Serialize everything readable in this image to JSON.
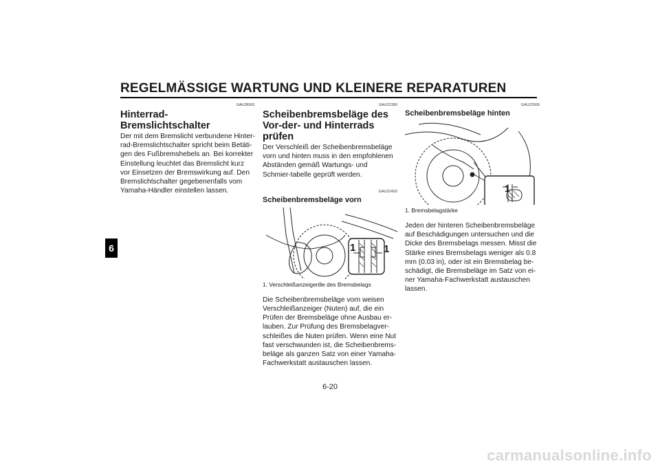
{
  "header": {
    "title": "REGELMÄSSIGE WARTUNG UND KLEINERE REPARATUREN",
    "chapter_tab": "6"
  },
  "col1": {
    "code": "GAU36501",
    "heading": "Hinterrad-Bremslichtschalter",
    "body": "Der mit dem Bremslicht verbundene Hinter-rad-Bremslichtschalter spricht beim Betäti-gen des Fußbremshebels an. Bei korrekter Einstellung leuchtet das Bremslicht kurz vor Einsetzen der Bremswirkung auf. Den Bremslichtschalter gegebenenfalls vom Yamaha-Händler einstellen lassen."
  },
  "col2": {
    "code1": "GAU22390",
    "heading": "Scheibenbremsbeläge des Vor-der- und Hinterrads prüfen",
    "intro": "Der Verschleiß der Scheibenbremsbeläge vorn und hinten muss in den empfohlenen Abständen gemäß Wartungs- und Schmier-tabelle geprüft werden.",
    "code2": "GAU22420",
    "subheading": "Scheibenbremsbeläge vorn",
    "callout_left": "1",
    "callout_right": "1",
    "caption": "1.  Verschleißanzeigerille des Bremsbelags",
    "body": "Die Scheibenbremsbeläge vorn weisen Verschleißanzeiger (Nuten) auf, die ein Prüfen der Bremsbeläge ohne Ausbau er-lauben. Zur Prüfung des Bremsbelagver-schleißes die Nuten prüfen. Wenn eine Nut fast verschwunden ist, die Scheibenbrems-beläge als ganzen Satz von einer Yamaha-Fachwerkstatt austauschen lassen."
  },
  "col3": {
    "code": "GAU22500",
    "subheading": "Scheibenbremsbeläge hinten",
    "callout": "1",
    "caption": "1.  Bremsbelagstärke",
    "body": "Jeden der hinteren Scheibenbremsbeläge auf Beschädigungen untersuchen und die Dicke des Bremsbelags messen. Misst die Stärke eines Bremsbelags weniger als 0.8 mm (0.03 in), oder ist ein Bremsbelag be-schädigt, die Bremsbeläge im Satz von ei-ner Yamaha-Fachwerkstatt austauschen lassen."
  },
  "footer": {
    "page_number": "6-20",
    "watermark": "carmanualsonline.info"
  }
}
